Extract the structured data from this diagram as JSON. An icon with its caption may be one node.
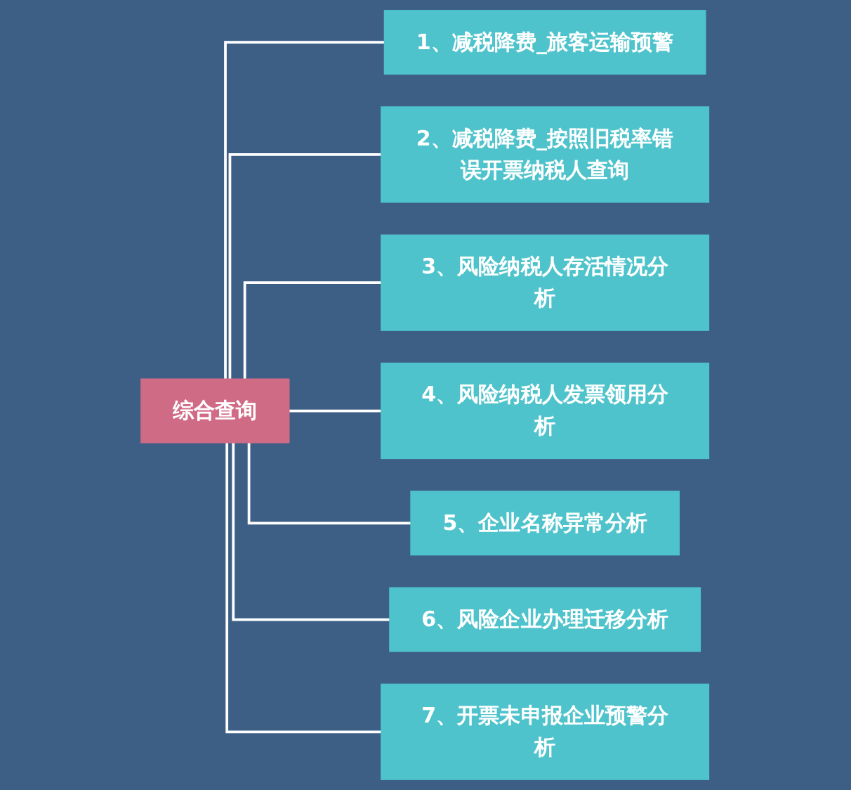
{
  "diagram": {
    "nodes": [
      {
        "text": [
          "综合查询"
        ]
      },
      {
        "text": [
          "1、减税降费_旅客运输预警"
        ]
      },
      {
        "text": [
          "2、减税降费_按照旧税率错误开票纳税人查询"
        ]
      },
      {
        "text": [
          "3、风险纳税人存活情况分析"
        ]
      },
      {
        "text": [
          "4、风险纳税人发票领用分析"
        ]
      },
      {
        "text": [
          "5、企业名称异常分析"
        ]
      },
      {
        "text": [
          "6、风险企业办理迁移分析"
        ]
      },
      {
        "text": [
          "7、开票未申报企业预警分析"
        ]
      }
    ],
    "edges": [
      {
        "from": 0,
        "to": 1,
        "arrow": "none"
      },
      {
        "from": 0,
        "to": 2,
        "arrow": "none"
      },
      {
        "from": 0,
        "to": 3,
        "arrow": "none"
      },
      {
        "from": 0,
        "to": 4,
        "arrow": "none"
      },
      {
        "from": 0,
        "to": 5,
        "arrow": "none"
      },
      {
        "from": 0,
        "to": 6,
        "arrow": "none"
      },
      {
        "from": 0,
        "to": 7,
        "arrow": "none"
      }
    ]
  }
}
